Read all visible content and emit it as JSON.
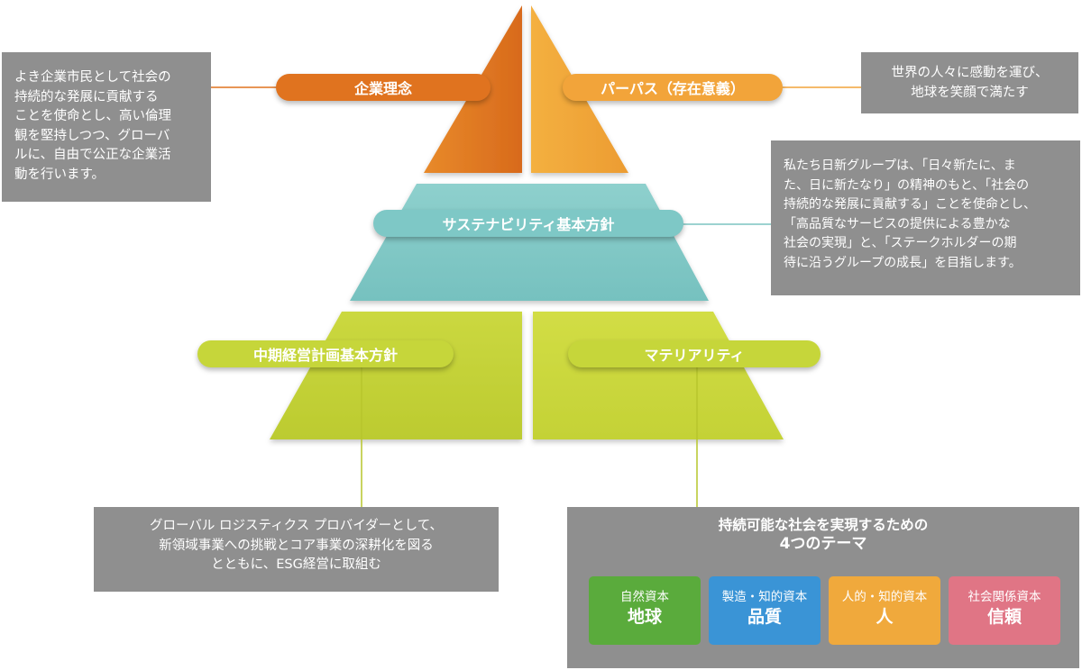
{
  "colors": {
    "orange_dark": "#e0731f",
    "orange_light": "#f2a43a",
    "teal": "#7ec8c6",
    "yellow_green": "#c6d63a",
    "connector_teal": "#3aa6a0",
    "connector_yellow": "#b7c52c",
    "gray_box": "#8f8f8f",
    "green_card": "#5aab3c",
    "blue_card": "#3a94d6",
    "orange_card": "#f0a93c",
    "pink_card": "#e07585"
  },
  "labels": {
    "corporate_philosophy": "企業理念",
    "purpose": "パーパス（存在意義）",
    "sustainability_policy": "サステナビリティ基本方針",
    "midterm_plan_policy": "中期経営計画基本方針",
    "materiality": "マテリアリティ"
  },
  "boxes": {
    "philosophy_text": "よき企業市民として社会の\n持続的な発展に貢献する\nことを使命とし、高い倫理\n観を堅持しつつ、グローバ\nルに、自由で公正な企業活\n動を行います。",
    "purpose_text": "世界の人々に感動を運び、\n地球を笑顔で満たす",
    "sustainability_text": "私たち日新グループは、「日々新たに、ま\nた、日に新たなり」の精神のもと、「社会の\n持続的な発展に貢献する」ことを使命とし、\n「高品質なサービスの提供による豊かな\n社会の実現」と、「ステークホルダーの期\n待に沿うグループの成長」を目指します。",
    "midterm_text": "グローバル ロジスティクス プロバイダーとして、\n新領域事業への挑戦とコア事業の深耕化を図る\nとともに、ESG経営に取組む",
    "themes_title_line1": "持続可能な社会を実現するための",
    "themes_title_line2": "4つのテーマ"
  },
  "themes": [
    {
      "sub": "自然資本",
      "main": "地球",
      "color": "#5aab3c"
    },
    {
      "sub": "製造・知的資本",
      "main": "品質",
      "color": "#3a94d6"
    },
    {
      "sub": "人的・知的資本",
      "main": "人",
      "color": "#f0a93c"
    },
    {
      "sub": "社会関係資本",
      "main": "信頼",
      "color": "#e07585"
    }
  ]
}
